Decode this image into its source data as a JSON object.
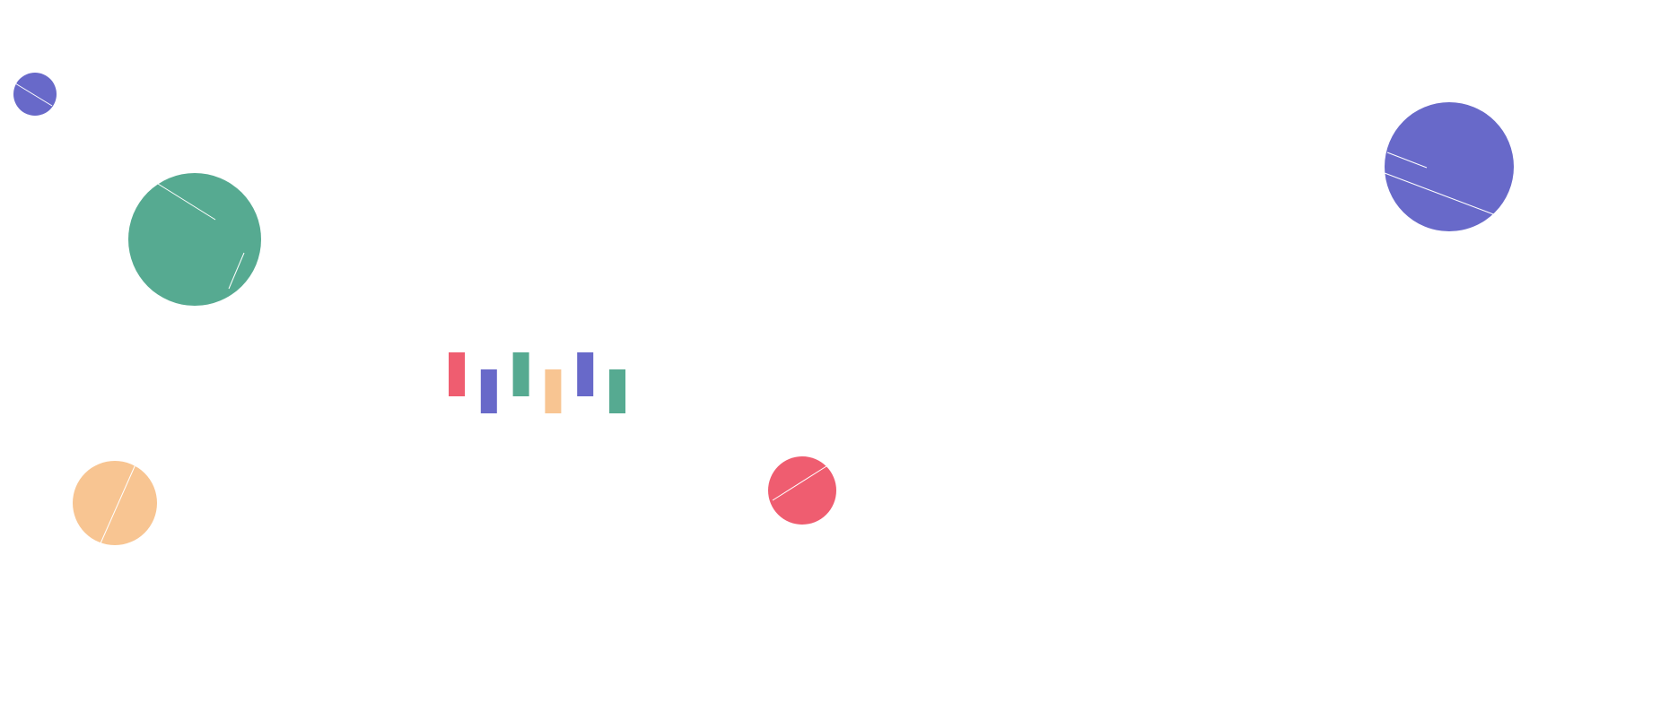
{
  "colors": {
    "red": "#ef5d70",
    "blue": "#6869c9",
    "green": "#56aa91",
    "peach": "#f8c592"
  },
  "loader": {
    "bar_colors": [
      "red",
      "blue",
      "green",
      "peach",
      "blue",
      "green"
    ]
  }
}
